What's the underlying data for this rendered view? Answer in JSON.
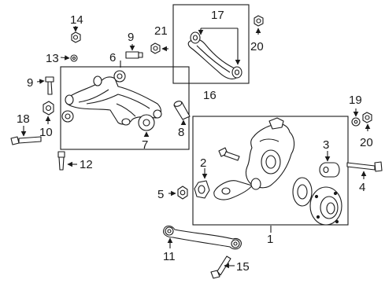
{
  "callouts": {
    "c1": "1",
    "c2": "2",
    "c3": "3",
    "c4": "4",
    "c5": "5",
    "c6": "6",
    "c7": "7",
    "c8": "8",
    "c9a": "9",
    "c9b": "9",
    "c10": "10",
    "c11": "11",
    "c12": "12",
    "c13": "13",
    "c14": "14",
    "c15": "15",
    "c16": "16",
    "c17": "17",
    "c18": "18",
    "c19": "19",
    "c20a": "20",
    "c20b": "20",
    "c21": "21"
  }
}
